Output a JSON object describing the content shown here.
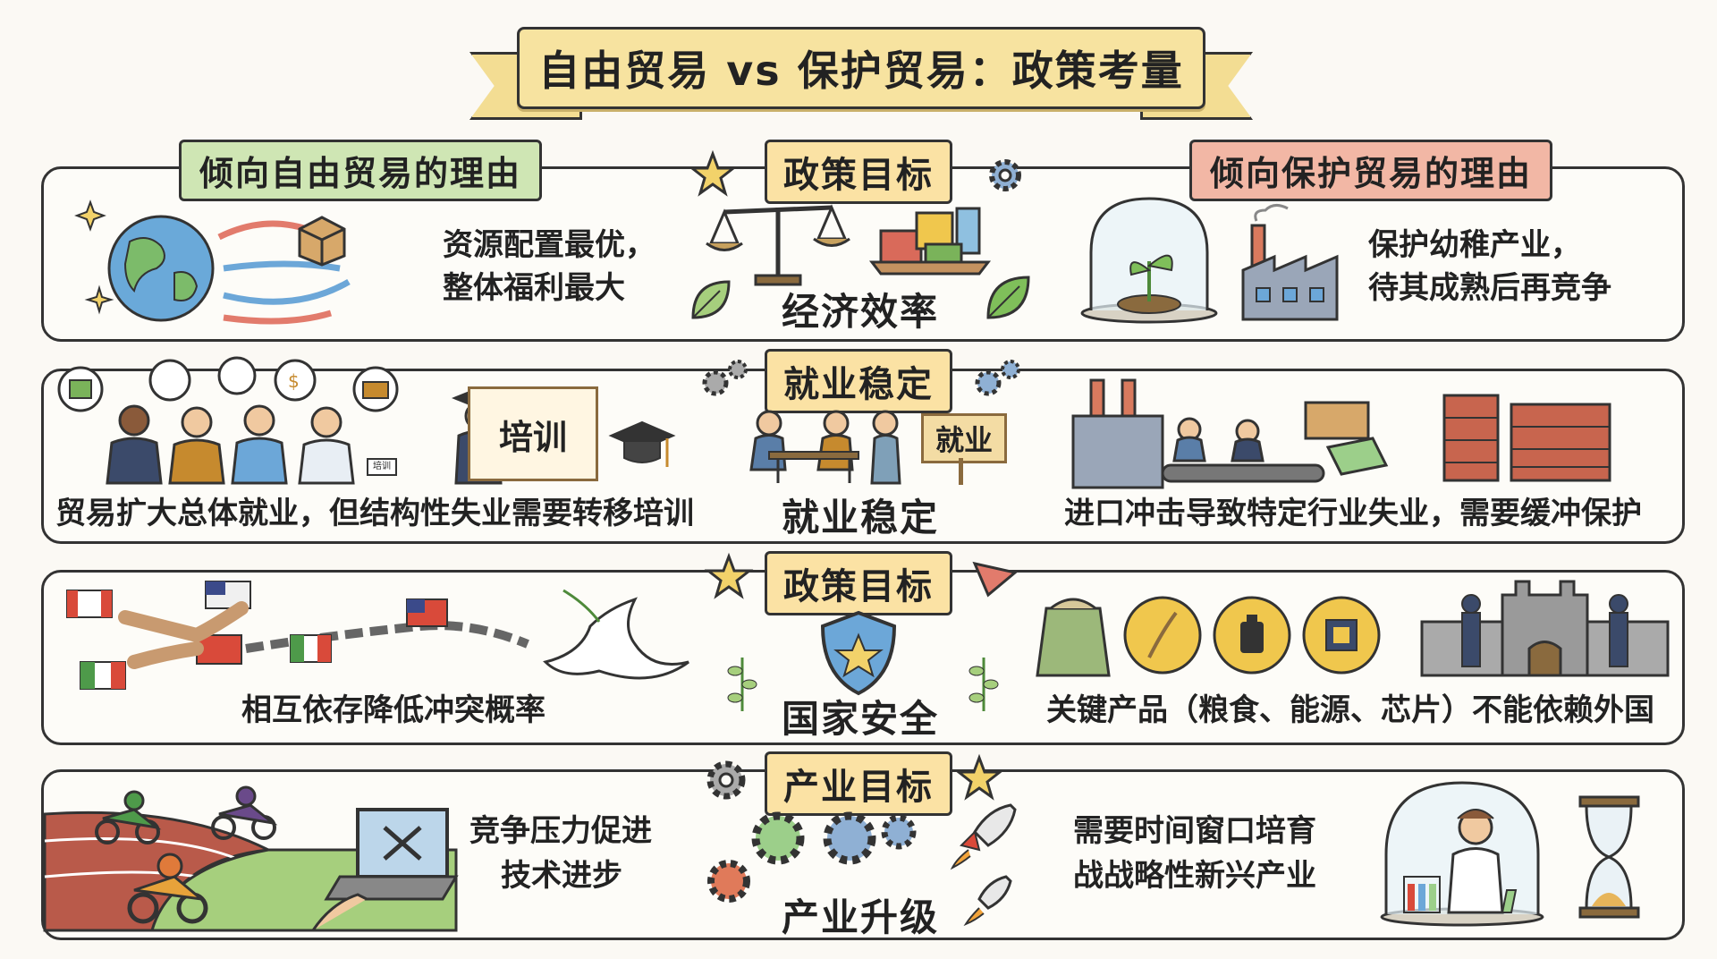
{
  "title": "自由贸易 vs 保护贸易：政策考量",
  "left_header": "倾向自由贸易的理由",
  "right_header": "倾向保护贸易的理由",
  "rows": [
    {
      "section": "政策目标",
      "center": "经济效率",
      "left_text": [
        "资源配置最优，",
        "整体福利最大"
      ],
      "right_text": [
        "保护幼稚产业，",
        "待其成熟后再竞争"
      ]
    },
    {
      "section": "就业稳定",
      "center": "就业稳定",
      "left_text": [
        "贸易扩大总体就业，但结构性失业需要转移培训"
      ],
      "right_text": [
        "进口冲击导致特定行业失业，需要缓冲保护"
      ],
      "sign_training": "培训",
      "sign_jobs": "就业",
      "badge_small": "培训"
    },
    {
      "section": "政策目标",
      "center": "国家安全",
      "left_text": [
        "相互依存降低冲突概率"
      ],
      "right_text": [
        "关键产品（粮食、能源、芯片）不能依赖外国"
      ]
    },
    {
      "section": "产业目标",
      "center": "产业升级",
      "left_text": [
        "竞争压力促进",
        "技术进步"
      ],
      "right_text": [
        "需要时间窗口培育",
        "战战略性新兴产业"
      ]
    }
  ],
  "colors": {
    "ribbon": "#f7e3a0",
    "section": "#fbe2a4",
    "free_label": "#cfe6b4",
    "protect_label": "#f2b7a5",
    "outline": "#333333"
  },
  "icons": [
    "star-icon",
    "gear-icon",
    "globe-icon",
    "box-icon",
    "scale-icon",
    "goods-icon",
    "leaf-icon",
    "sprout-dome-icon",
    "factory-icon",
    "workers-icon",
    "graduation-cap-icon",
    "brick-wall-icon",
    "handshake-icon",
    "chain-icon",
    "dove-icon",
    "shield-icon",
    "grain-icon",
    "oil-icon",
    "chip-icon",
    "castle-icon",
    "motorbike-icon",
    "laptop-icon",
    "rocket-icon",
    "scientist-dome-icon",
    "hourglass-icon"
  ]
}
